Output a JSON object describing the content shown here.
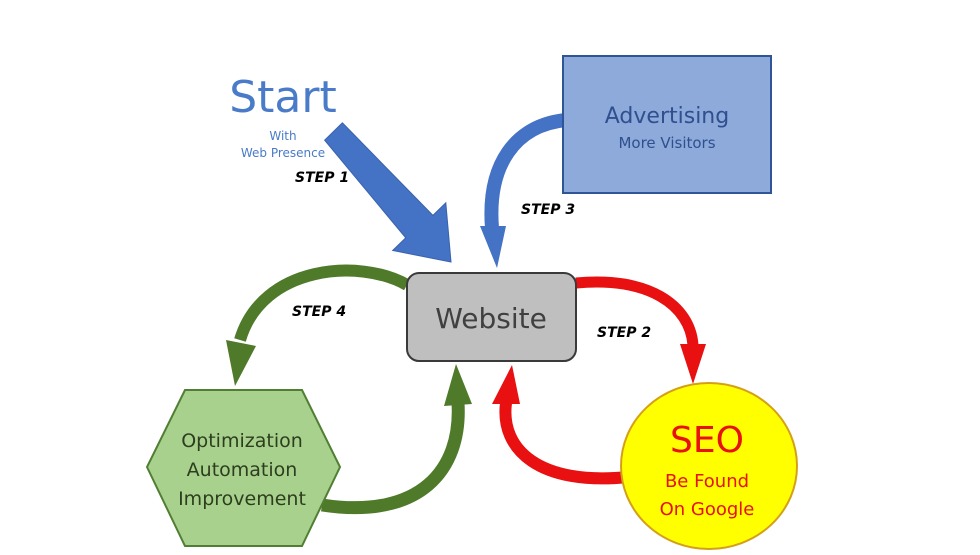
{
  "start": {
    "title": "Start",
    "subtitle_line1": "With",
    "subtitle_line2": "Web Presence"
  },
  "steps": {
    "step1": "STEP 1",
    "step2": "STEP 2",
    "step3": "STEP 3",
    "step4": "STEP 4"
  },
  "website": {
    "label": "Website"
  },
  "advertising": {
    "title": "Advertising",
    "subtitle": "More Visitors"
  },
  "seo": {
    "title": "SEO",
    "line1": "Be Found",
    "line2": "On Google"
  },
  "optimization": {
    "line1": "Optimization",
    "line2": "Automation",
    "line3": "Improvement"
  },
  "colors": {
    "blue": "#4472c4",
    "blue_text": "#4a7bc8",
    "advertising_fill": "#8eaadb",
    "advertising_text": "#2f4f8f",
    "red": "#e81010",
    "seo_fill": "#ffff00",
    "green_arrow": "#4f7a2a",
    "green_fill": "#a9d18e",
    "website_fill": "#bfbfbf"
  }
}
